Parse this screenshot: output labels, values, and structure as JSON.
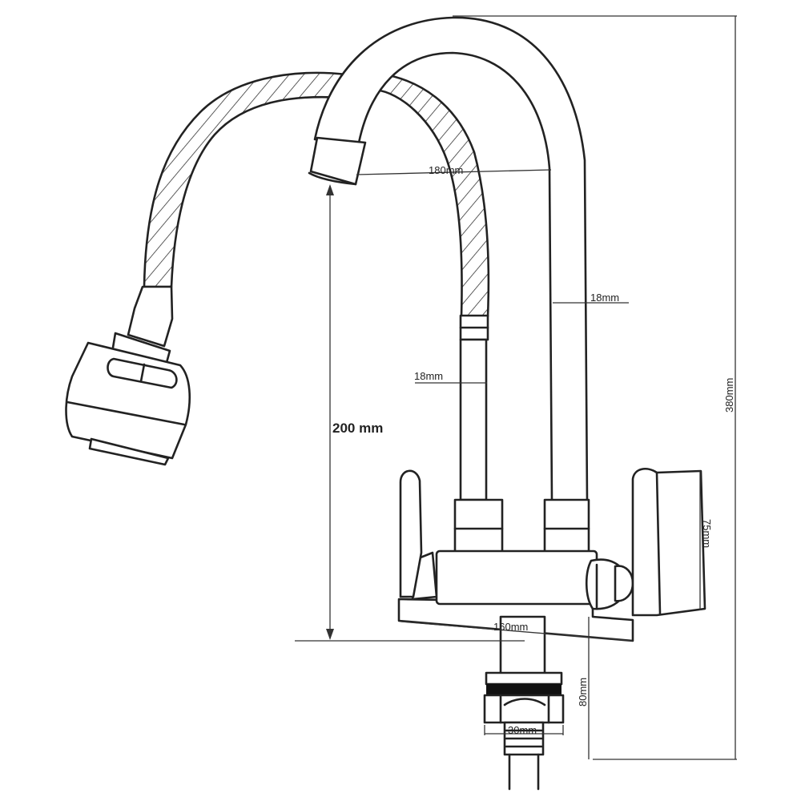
{
  "diagram": {
    "dimensions": {
      "spout_reach": "180mm",
      "spout_diameter": "18mm",
      "hose_diameter": "18mm",
      "spout_height": "200 mm",
      "total_height": "380mm",
      "handle_height": "75mm",
      "body_width": "160mm",
      "shank_length": "80mm",
      "nut_width": "30mm"
    },
    "colors": {
      "line": "#222222",
      "background": "#ffffff",
      "nut_band": "#111111"
    }
  }
}
